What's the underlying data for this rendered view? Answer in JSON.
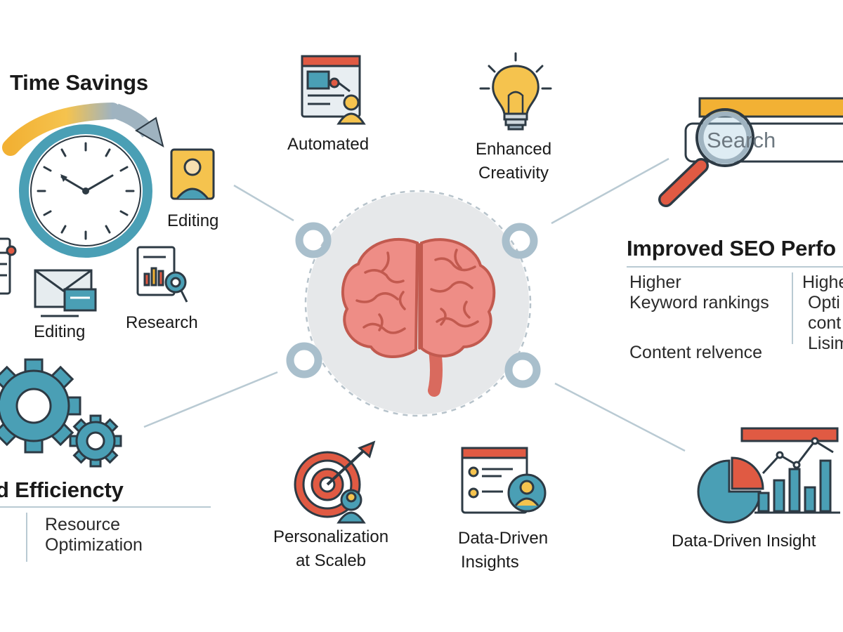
{
  "center": {
    "icon": "brain-icon"
  },
  "time_savings": {
    "title": "Time Savings",
    "items": [
      "Editing",
      "Editing",
      "Research"
    ],
    "icons": [
      "clock-icon",
      "curved-arrow-icon",
      "person-icon",
      "document-icon",
      "envelope-icon",
      "report-search-icon"
    ]
  },
  "automated": {
    "label": "Automated",
    "icon": "browser-person-icon"
  },
  "creativity": {
    "label_line1": "Enhanced",
    "label_line2": "Creativity",
    "icon": "lightbulb-icon"
  },
  "seo": {
    "title": "Improved SEO Perfo",
    "search_text": "Search",
    "col1": [
      "Higher",
      "Keyword rankings",
      "Content relvence"
    ],
    "col2": [
      "Highe",
      "Opti",
      "cont",
      "Lisim"
    ],
    "icons": [
      "magnifier-icon",
      "search-bar-icon"
    ]
  },
  "efficiency": {
    "title": "d Efficiencty",
    "items": [
      "Resource",
      "Optimization"
    ],
    "icons": [
      "gear-icon"
    ]
  },
  "personalization": {
    "label_line1": "Personalization",
    "label_line2": "at Scaleb",
    "icon": "target-person-icon"
  },
  "insights_mid": {
    "label_line1": "Data-Driven",
    "label_line2": "Insights",
    "icon": "dashboard-person-icon"
  },
  "insights_right": {
    "label": "Data-Driven Insight",
    "icon": "pie-bar-line-chart-icon"
  },
  "colors": {
    "teal": "#4a9fb5",
    "red": "#e05a43",
    "orange": "#f2b134",
    "gray": "#9fb3c0",
    "ink": "#2d3a44",
    "brain": "#ee8d86"
  }
}
